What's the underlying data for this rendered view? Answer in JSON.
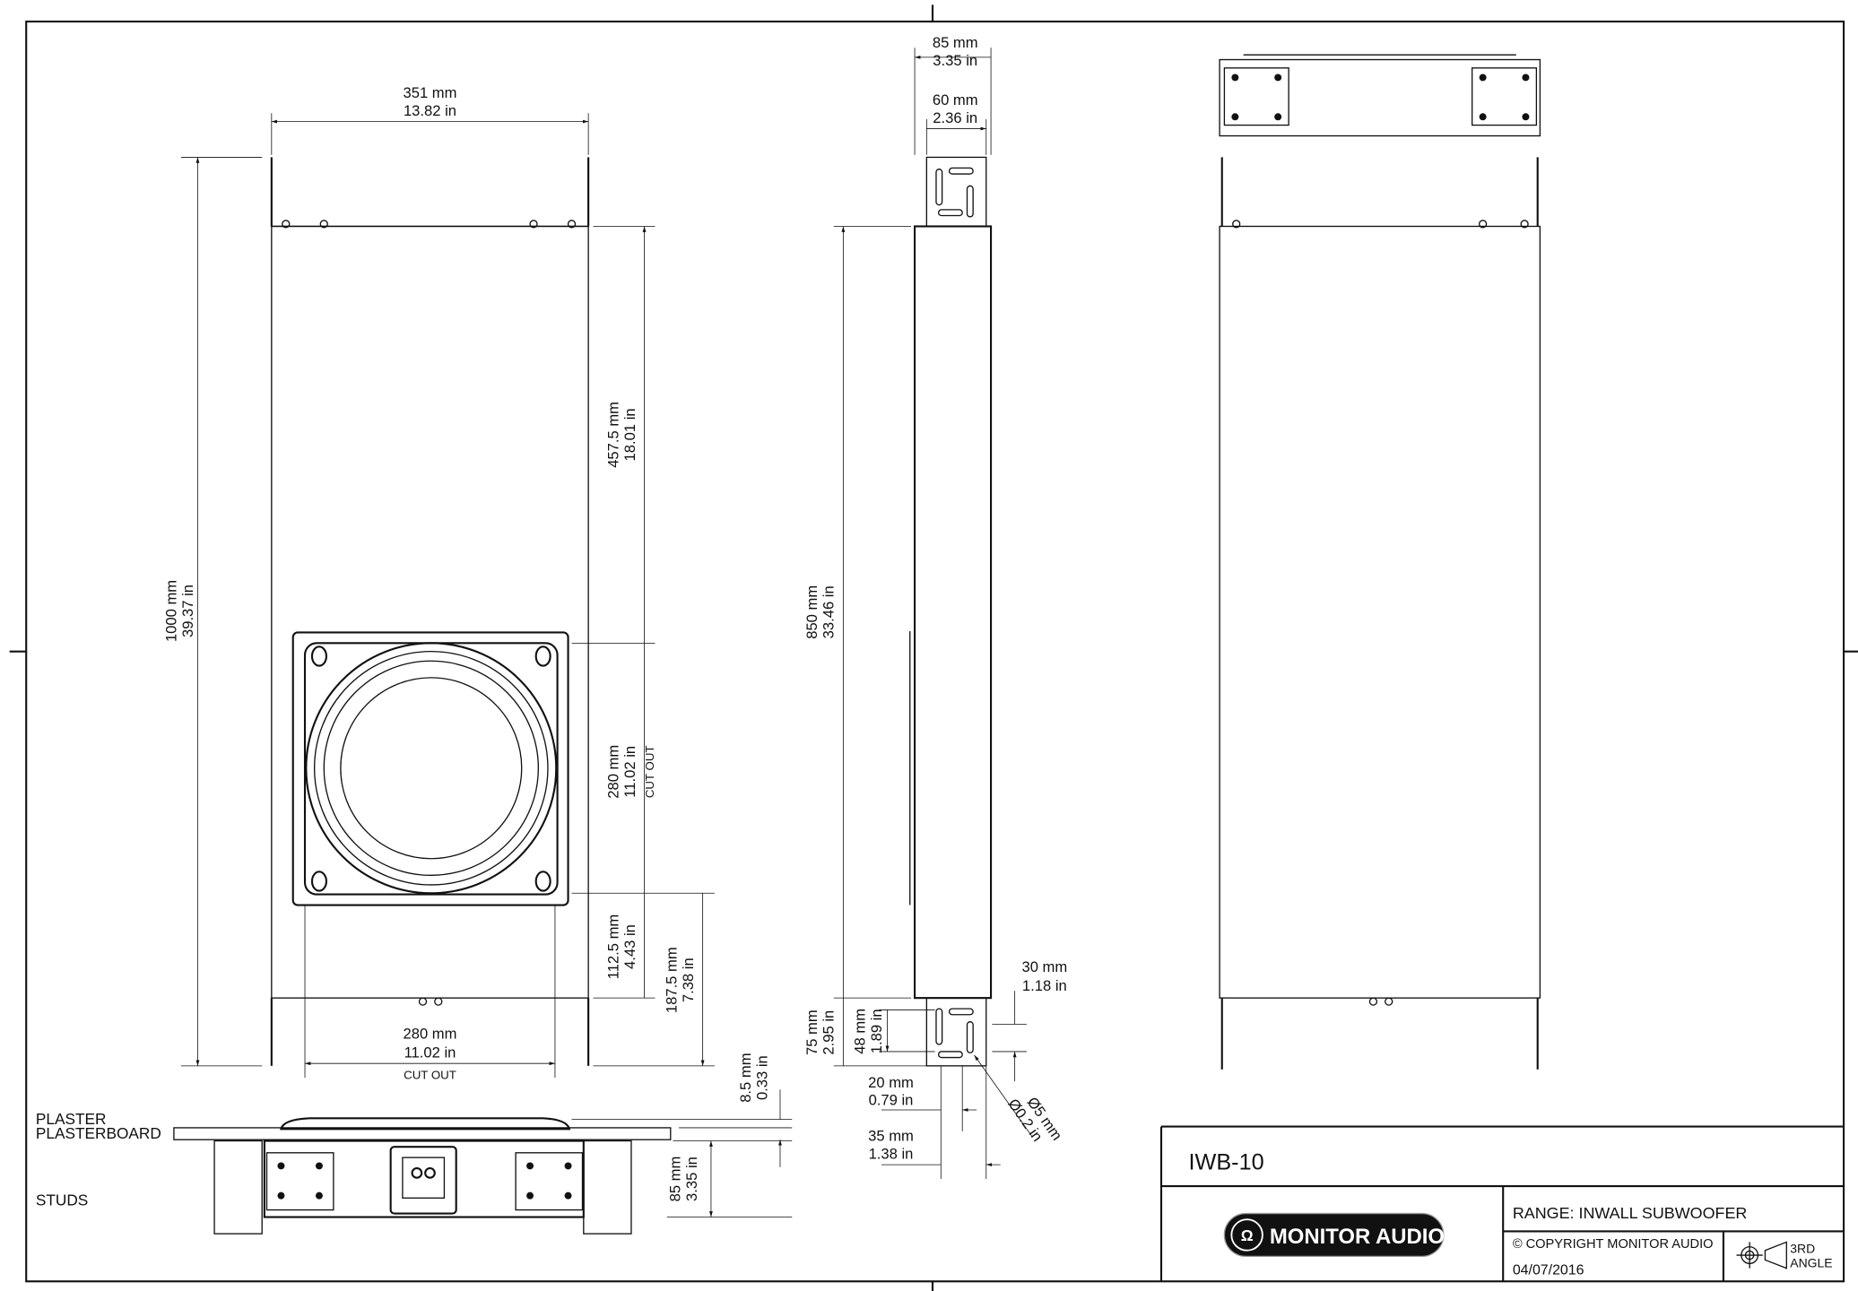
{
  "drawing": {
    "model": "IWB-10",
    "range": "RANGE: INWALL SUBWOOFER",
    "copyright": "© COPYRIGHT MONITOR AUDIO",
    "date": "04/07/2016",
    "projection": [
      "3RD",
      "ANGLE"
    ],
    "logo_text": "MONITOR AUDIO"
  },
  "labels": {
    "plaster": "PLASTER",
    "plasterboard": "PLASTERBOARD",
    "studs": "STUDS"
  },
  "front": {
    "width": [
      "351 mm",
      "13.82 in"
    ],
    "height": [
      "1000 mm",
      "39.37 in"
    ],
    "upper": [
      "457.5 mm",
      "18.01 in"
    ],
    "cutout_h": [
      "280 mm",
      "11.02 in",
      "CUT OUT"
    ],
    "lower": [
      "112.5 mm",
      "4.43 in"
    ],
    "lower2": [
      "187.5 mm",
      "7.38 in"
    ],
    "cutout_w": [
      "280 mm",
      "11.02 in",
      "CUT OUT"
    ]
  },
  "section": {
    "flange": [
      "8.5 mm",
      "0.33 in"
    ],
    "depth": [
      "85 mm",
      "3.35 in"
    ]
  },
  "side": {
    "depth": [
      "85 mm",
      "3.35 in"
    ],
    "bracket": [
      "60 mm",
      "2.36 in"
    ],
    "height": [
      "850 mm",
      "33.46 in"
    ],
    "b75": [
      "75 mm",
      "2.95 in"
    ],
    "b48": [
      "48 mm",
      "1.89 in"
    ],
    "b30": [
      "30 mm",
      "1.18 in"
    ],
    "b20": [
      "20 mm",
      "0.79 in"
    ],
    "b35": [
      "35 mm",
      "1.38 in"
    ],
    "hole": [
      "Ø5 mm",
      "Ø0.2 in"
    ]
  }
}
